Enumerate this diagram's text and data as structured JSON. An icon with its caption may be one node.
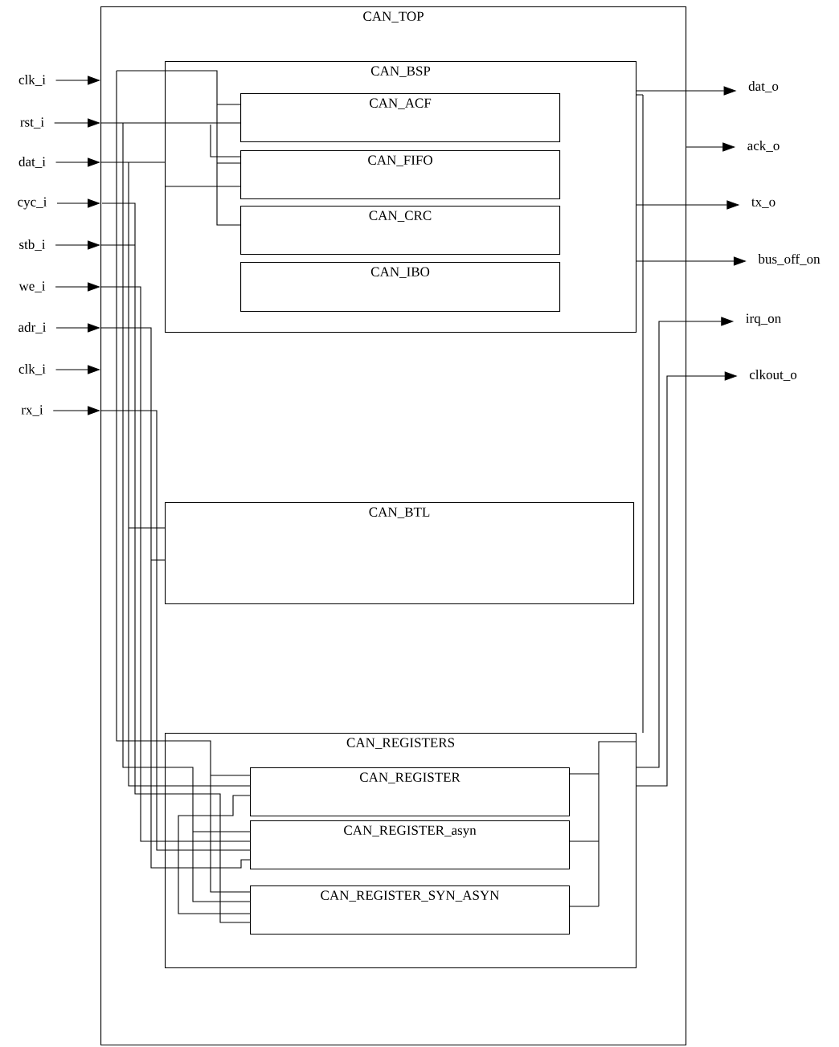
{
  "diagram": {
    "nodes": [
      {
        "text": [
          "CAN_TOP"
        ]
      },
      {
        "text": [
          "CAN_BSP"
        ],
        "in": 0
      },
      {
        "text": [
          "CAN_ACF"
        ],
        "in": 1
      },
      {
        "text": [
          "CAN_FIFO"
        ],
        "in": 1
      },
      {
        "text": [
          "CAN_CRC"
        ],
        "in": 1
      },
      {
        "text": [
          "CAN_IBO"
        ],
        "in": 1
      },
      {
        "text": [
          "CAN_BTL"
        ],
        "in": 0
      },
      {
        "text": [
          "CAN_REGISTERS"
        ],
        "in": 0
      },
      {
        "text": [
          "CAN_REGISTER"
        ],
        "in": 7
      },
      {
        "text": [
          "CAN_REGISTER_asyn"
        ],
        "in": 7
      },
      {
        "text": [
          "CAN_REGISTER_SYN_ASYN"
        ],
        "in": 7
      },
      {
        "text": [
          "clk_i"
        ]
      },
      {
        "text": [
          "rst_i"
        ]
      },
      {
        "text": [
          "dat_i"
        ]
      },
      {
        "text": [
          "cyc_i"
        ]
      },
      {
        "text": [
          "stb_i"
        ]
      },
      {
        "text": [
          "we_i"
        ]
      },
      {
        "text": [
          "adr_i"
        ]
      },
      {
        "text": [
          "clk_i"
        ]
      },
      {
        "text": [
          "rx_i"
        ]
      },
      {
        "text": [
          "dat_o"
        ]
      },
      {
        "text": [
          "ack_o"
        ]
      },
      {
        "text": [
          "tx_o"
        ]
      },
      {
        "text": [
          "bus_off_on"
        ]
      },
      {
        "text": [
          "irq_on"
        ]
      },
      {
        "text": [
          "clkout_o"
        ]
      }
    ],
    "edges": [
      {
        "from": 11,
        "to": 0,
        "arrow": "to"
      },
      {
        "from": 12,
        "to": 0,
        "arrow": "to"
      },
      {
        "from": 13,
        "to": 0,
        "arrow": "to"
      },
      {
        "from": 14,
        "to": 0,
        "arrow": "to"
      },
      {
        "from": 15,
        "to": 0,
        "arrow": "to"
      },
      {
        "from": 16,
        "to": 0,
        "arrow": "to"
      },
      {
        "from": 17,
        "to": 0,
        "arrow": "to"
      },
      {
        "from": 18,
        "to": 0,
        "arrow": "to"
      },
      {
        "from": 19,
        "to": 0,
        "arrow": "to"
      },
      {
        "from": 1,
        "to": 20,
        "arrow": "to"
      },
      {
        "from": 0,
        "to": 21,
        "arrow": "to"
      },
      {
        "from": 1,
        "to": 22,
        "arrow": "to"
      },
      {
        "from": 1,
        "to": 23,
        "arrow": "to"
      },
      {
        "from": 7,
        "to": 24,
        "arrow": "to"
      },
      {
        "from": 7,
        "to": 25,
        "arrow": "to"
      }
    ]
  }
}
